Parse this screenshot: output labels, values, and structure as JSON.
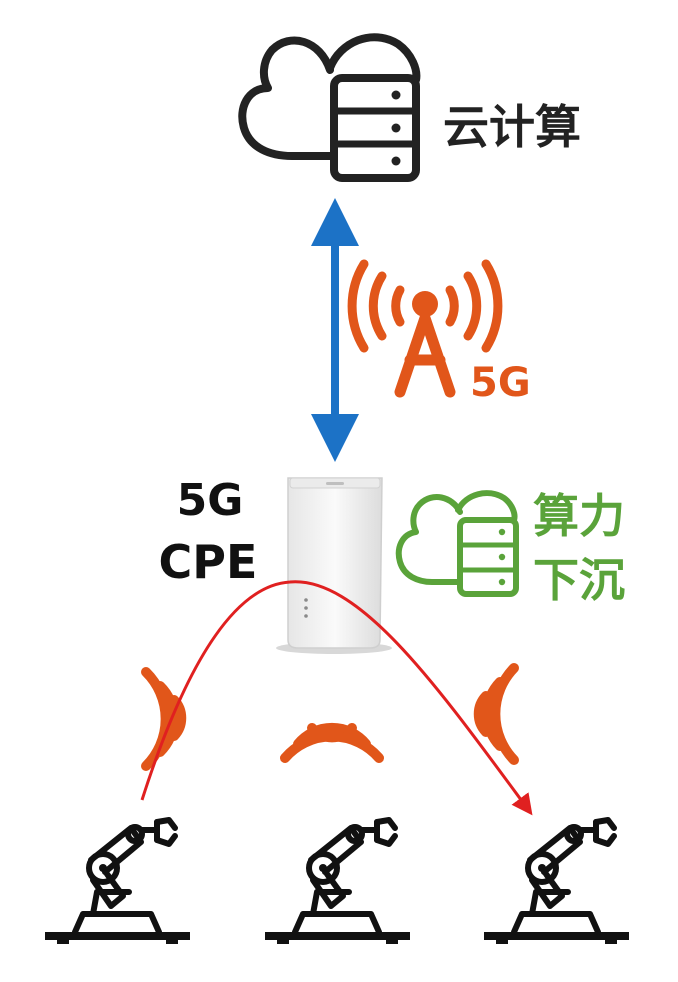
{
  "labels": {
    "cloud_computing": "云计算",
    "network": "5G",
    "device_line1": "5G",
    "device_line2": "CPE",
    "edge_line1": "算力",
    "edge_line2": "下沉"
  },
  "colors": {
    "dark": "#222222",
    "blue": "#1c72c6",
    "orange": "#e1561a",
    "green": "#5aa33a",
    "red": "#e02020",
    "device_body": "#f4f4f4"
  },
  "icons": {
    "cloud": "cloud-server-icon",
    "tower": "antenna-tower-icon",
    "edge": "edge-cloud-server-icon",
    "robot": "robot-arm-icon",
    "device": "cpe-router-icon",
    "wireless": "wireless-wave-icon"
  }
}
